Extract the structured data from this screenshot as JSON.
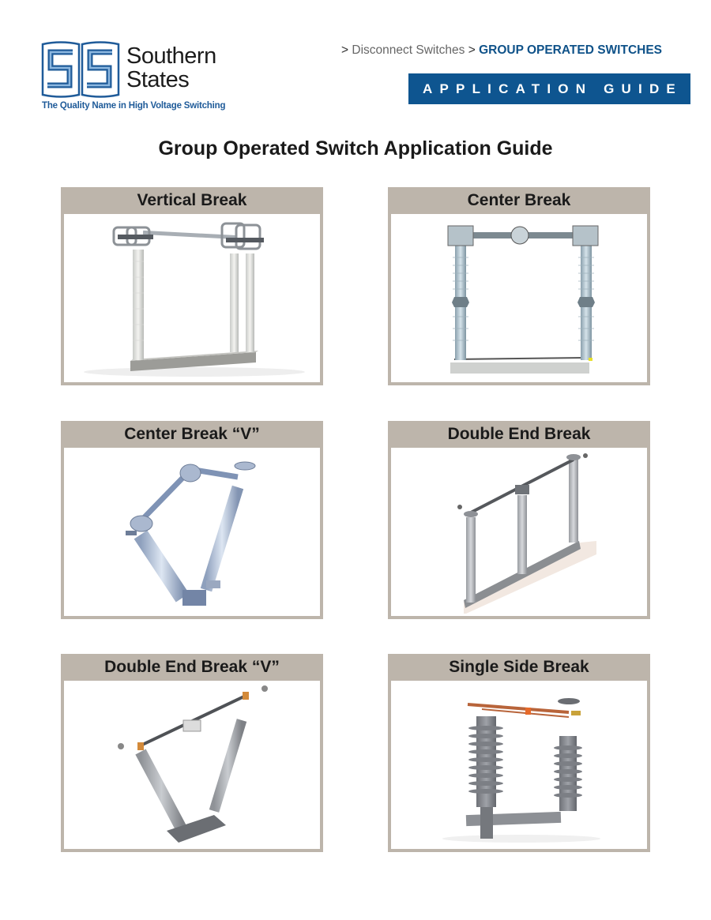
{
  "brand": {
    "logo_mark": "SS",
    "name_line1": "Southern",
    "name_line2": "States",
    "tagline": "The Quality Name in High Voltage Switching",
    "colors": {
      "logo_blue": "#1f5b99",
      "logo_light_blue": "#6fa3d6"
    }
  },
  "breadcrumb": {
    "separator": ">",
    "items": [
      {
        "label": "Disconnect Switches"
      },
      {
        "label": "GROUP OPERATED SWITCHES",
        "current": true
      }
    ]
  },
  "banner": {
    "label": "APPLICATION GUIDE",
    "color": "#0e5590"
  },
  "page": {
    "title": "Group Operated Switch Application Guide"
  },
  "cards": [
    {
      "title": "Vertical Break",
      "image": "vertical-break-switch"
    },
    {
      "title": "Center Break",
      "image": "center-break-switch"
    },
    {
      "title": "Center Break “V”",
      "image": "center-break-v-switch"
    },
    {
      "title": "Double End Break",
      "image": "double-end-break-switch"
    },
    {
      "title": "Double End Break “V”",
      "image": "double-end-break-v-switch"
    },
    {
      "title": "Single Side Break",
      "image": "single-side-break-switch"
    }
  ],
  "theme": {
    "card_border": "#bdb5ab",
    "title_text": "#1a1a1a"
  }
}
